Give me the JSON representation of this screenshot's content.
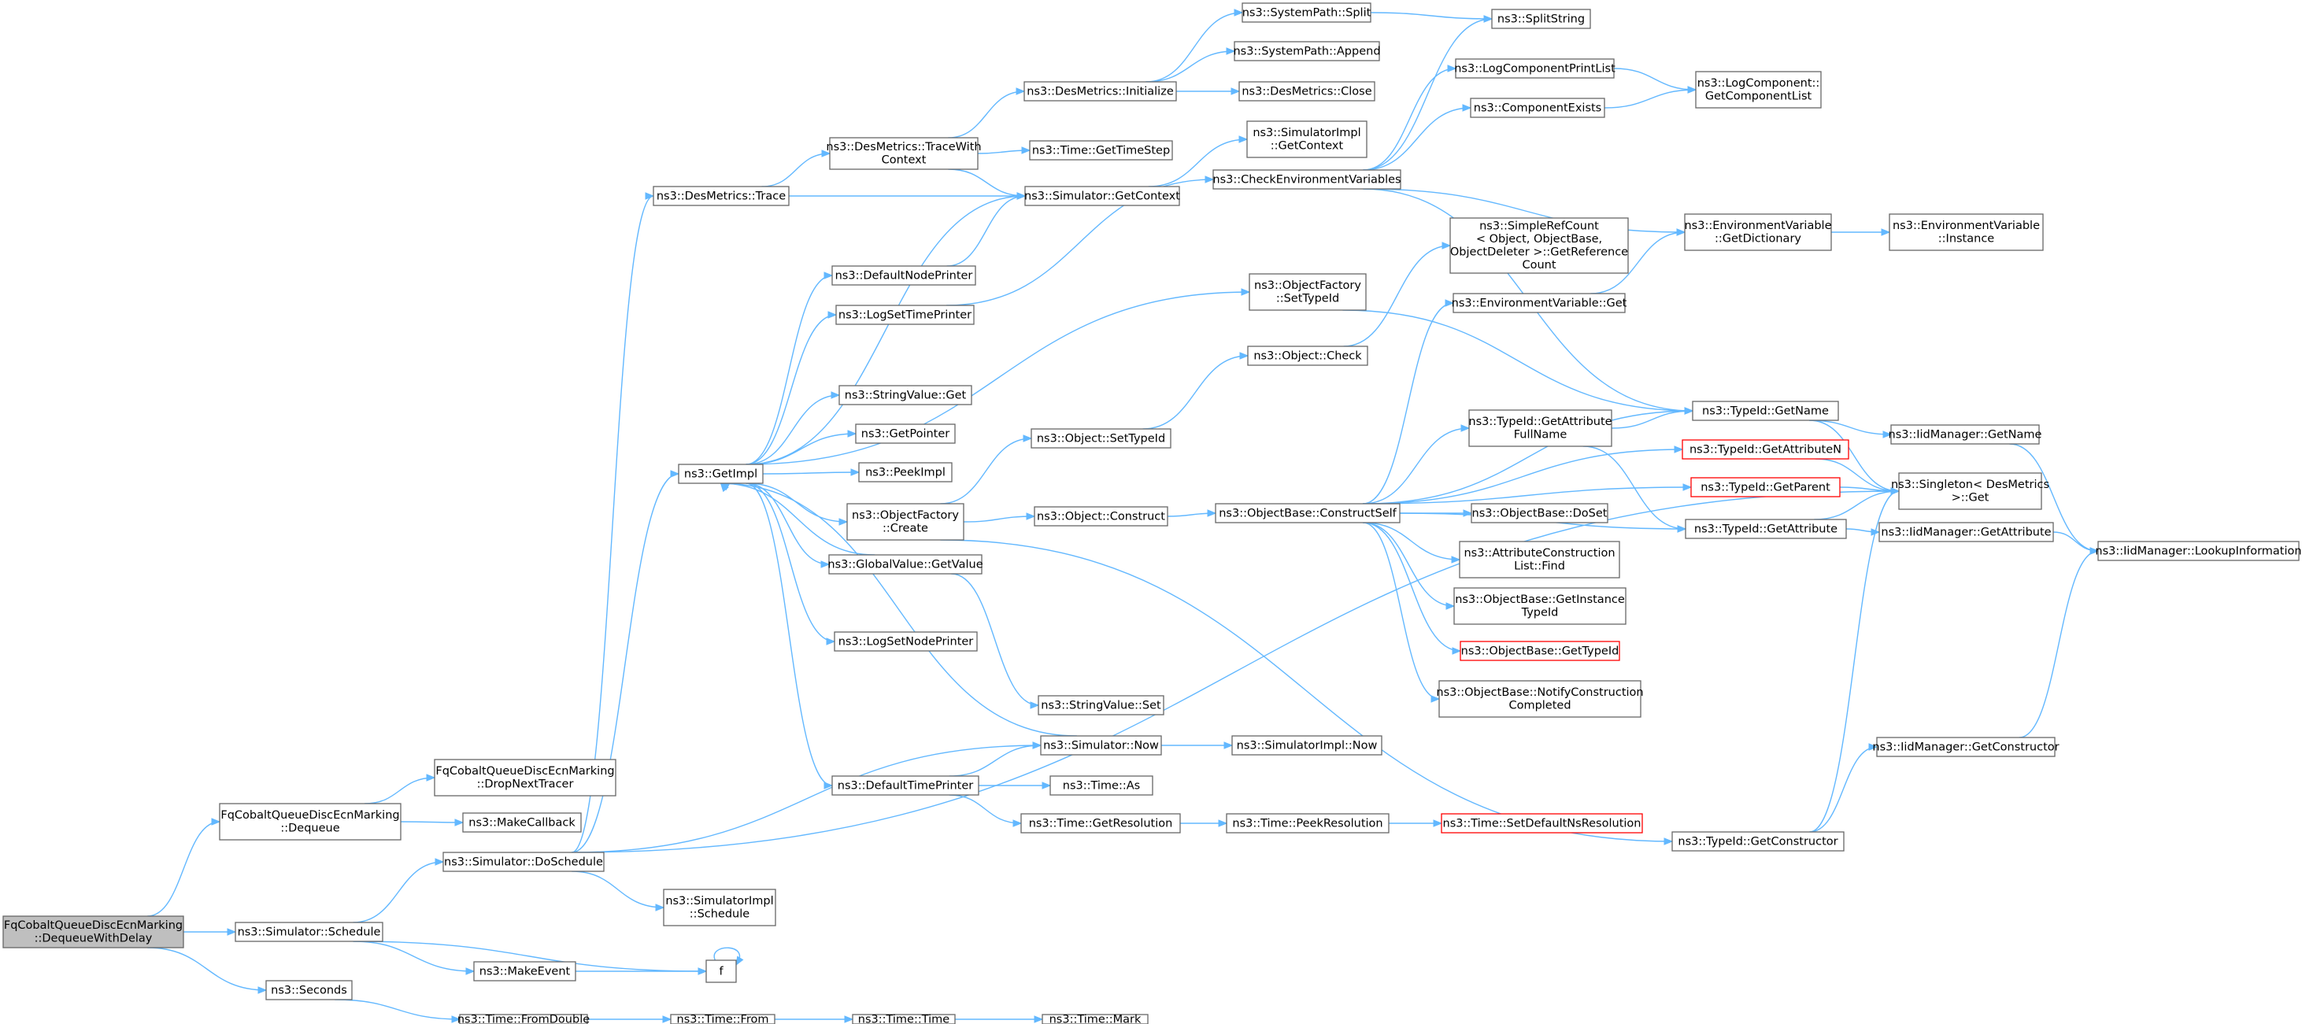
{
  "graph": {
    "edge_color": "#63b8ff",
    "node_border": "#666666",
    "root_fill": "#bfbfbf",
    "highlight_border": "#ff0000",
    "nodes": [
      {
        "id": "root",
        "lines": [
          "FqCobaltQueueDiscEcnMarking",
          "::DequeueWithDelay"
        ],
        "root": true
      },
      {
        "id": "dequeue",
        "lines": [
          "FqCobaltQueueDiscEcnMarking",
          "::Dequeue"
        ]
      },
      {
        "id": "dropnext",
        "lines": [
          "FqCobaltQueueDiscEcnMarking",
          "::DropNextTracer"
        ]
      },
      {
        "id": "makecallback",
        "lines": [
          "ns3::MakeCallback"
        ]
      },
      {
        "id": "schedule",
        "lines": [
          "ns3::Simulator::Schedule"
        ]
      },
      {
        "id": "seconds",
        "lines": [
          "ns3::Seconds"
        ]
      },
      {
        "id": "doschedule",
        "lines": [
          "ns3::Simulator::DoSchedule"
        ]
      },
      {
        "id": "makeevent",
        "lines": [
          "ns3::MakeEvent"
        ]
      },
      {
        "id": "f",
        "lines": [
          "f"
        ]
      },
      {
        "id": "fromdouble",
        "lines": [
          "ns3::Time::FromDouble"
        ]
      },
      {
        "id": "from",
        "lines": [
          "ns3::Time::From"
        ]
      },
      {
        "id": "timetime",
        "lines": [
          "ns3::Time::Time"
        ]
      },
      {
        "id": "mark",
        "lines": [
          "ns3::Time::Mark"
        ]
      },
      {
        "id": "simimplschedule",
        "lines": [
          "ns3::SimulatorImpl",
          "::Schedule"
        ]
      },
      {
        "id": "desmetricstrace",
        "lines": [
          "ns3::DesMetrics::Trace"
        ]
      },
      {
        "id": "getimpl",
        "lines": [
          "ns3::GetImpl"
        ]
      },
      {
        "id": "tracewithcontext",
        "lines": [
          "ns3::DesMetrics::TraceWith",
          "Context"
        ]
      },
      {
        "id": "getcontext",
        "lines": [
          "ns3::Simulator::GetContext"
        ]
      },
      {
        "id": "dminit",
        "lines": [
          "ns3::DesMetrics::Initialize"
        ]
      },
      {
        "id": "gettimestep",
        "lines": [
          "ns3::Time::GetTimeStep"
        ]
      },
      {
        "id": "split",
        "lines": [
          "ns3::SystemPath::Split"
        ]
      },
      {
        "id": "append",
        "lines": [
          "ns3::SystemPath::Append"
        ]
      },
      {
        "id": "dmclose",
        "lines": [
          "ns3::DesMetrics::Close"
        ]
      },
      {
        "id": "splitstring",
        "lines": [
          "ns3::SplitString"
        ]
      },
      {
        "id": "simimplgetcontext",
        "lines": [
          "ns3::SimulatorImpl",
          "::GetContext"
        ]
      },
      {
        "id": "checkenv",
        "lines": [
          "ns3::CheckEnvironmentVariables"
        ]
      },
      {
        "id": "logcompprintlist",
        "lines": [
          "ns3::LogComponentPrintList"
        ]
      },
      {
        "id": "compexists",
        "lines": [
          "ns3::ComponentExists"
        ]
      },
      {
        "id": "logcompgetlist",
        "lines": [
          "ns3::LogComponent::",
          "GetComponentList"
        ]
      },
      {
        "id": "envgetdict",
        "lines": [
          "ns3::EnvironmentVariable",
          "::GetDictionary"
        ]
      },
      {
        "id": "envinstance",
        "lines": [
          "ns3::EnvironmentVariable",
          "::Instance"
        ]
      },
      {
        "id": "defaultnodeprinter",
        "lines": [
          "ns3::DefaultNodePrinter"
        ]
      },
      {
        "id": "logsettimeprinter",
        "lines": [
          "ns3::LogSetTimePrinter"
        ]
      },
      {
        "id": "stringvalueget",
        "lines": [
          "ns3::StringValue::Get"
        ]
      },
      {
        "id": "getpointer",
        "lines": [
          "ns3::GetPointer"
        ]
      },
      {
        "id": "peekimpl",
        "lines": [
          "ns3::PeekImpl"
        ]
      },
      {
        "id": "ofcreate",
        "lines": [
          "ns3::ObjectFactory",
          "::Create"
        ]
      },
      {
        "id": "globalvalue",
        "lines": [
          "ns3::GlobalValue::GetValue"
        ]
      },
      {
        "id": "logsetnodeprinter",
        "lines": [
          "ns3::LogSetNodePrinter"
        ]
      },
      {
        "id": "defaulttimeprinter",
        "lines": [
          "ns3::DefaultTimePrinter"
        ]
      },
      {
        "id": "ofsettypeid",
        "lines": [
          "ns3::ObjectFactory",
          "::SetTypeId"
        ]
      },
      {
        "id": "objsettypeid",
        "lines": [
          "ns3::Object::SetTypeId"
        ]
      },
      {
        "id": "objcheck",
        "lines": [
          "ns3::Object::Check"
        ]
      },
      {
        "id": "objconstruct",
        "lines": [
          "ns3::Object::Construct"
        ]
      },
      {
        "id": "constructself",
        "lines": [
          "ns3::ObjectBase::ConstructSelf"
        ]
      },
      {
        "id": "simplerefcount",
        "lines": [
          "ns3::SimpleRefCount",
          "< Object, ObjectBase,",
          "ObjectDeleter >::GetReference",
          "Count"
        ]
      },
      {
        "id": "envget",
        "lines": [
          "ns3::EnvironmentVariable::Get"
        ]
      },
      {
        "id": "getattrfullname",
        "lines": [
          "ns3::TypeId::GetAttribute",
          "FullName"
        ]
      },
      {
        "id": "typeidgetname",
        "lines": [
          "ns3::TypeId::GetName"
        ]
      },
      {
        "id": "getattributen",
        "lines": [
          "ns3::TypeId::GetAttributeN"
        ],
        "red": true
      },
      {
        "id": "getparent",
        "lines": [
          "ns3::TypeId::GetParent"
        ],
        "red": true
      },
      {
        "id": "getattribute",
        "lines": [
          "ns3::TypeId::GetAttribute"
        ]
      },
      {
        "id": "doset",
        "lines": [
          "ns3::ObjectBase::DoSet"
        ]
      },
      {
        "id": "attrconstfind",
        "lines": [
          "ns3::AttributeConstruction",
          "List::Find"
        ]
      },
      {
        "id": "getinstancetypeid",
        "lines": [
          "ns3::ObjectBase::GetInstance",
          "TypeId"
        ]
      },
      {
        "id": "obgettypeid",
        "lines": [
          "ns3::ObjectBase::GetTypeId"
        ],
        "red": true
      },
      {
        "id": "notifyconstruction",
        "lines": [
          "ns3::ObjectBase::NotifyConstruction",
          "Completed"
        ]
      },
      {
        "id": "stringvalueset",
        "lines": [
          "ns3::StringValue::Set"
        ]
      },
      {
        "id": "simnow",
        "lines": [
          "ns3::Simulator::Now"
        ]
      },
      {
        "id": "simimplnow",
        "lines": [
          "ns3::SimulatorImpl::Now"
        ]
      },
      {
        "id": "timeas",
        "lines": [
          "ns3::Time::As"
        ]
      },
      {
        "id": "getresolution",
        "lines": [
          "ns3::Time::GetResolution"
        ]
      },
      {
        "id": "peekresolution",
        "lines": [
          "ns3::Time::PeekResolution"
        ]
      },
      {
        "id": "setdefaultns",
        "lines": [
          "ns3::Time::SetDefaultNsResolution"
        ],
        "red": true
      },
      {
        "id": "getconstructor",
        "lines": [
          "ns3::TypeId::GetConstructor"
        ]
      },
      {
        "id": "iidgetconstructor",
        "lines": [
          "ns3::IidManager::GetConstructor"
        ]
      },
      {
        "id": "iidgetname",
        "lines": [
          "ns3::IidManager::GetName"
        ]
      },
      {
        "id": "singletonget",
        "lines": [
          "ns3::Singleton< DesMetrics",
          ">::Get"
        ]
      },
      {
        "id": "iidgetattribute",
        "lines": [
          "ns3::IidManager::GetAttribute"
        ]
      },
      {
        "id": "iidlookup",
        "lines": [
          "ns3::IidManager::LookupInformation"
        ]
      }
    ]
  }
}
